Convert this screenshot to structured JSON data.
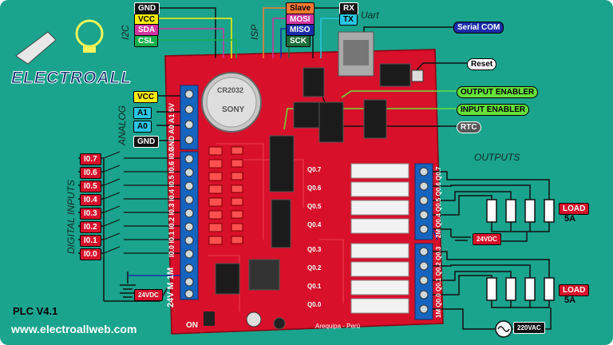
{
  "brand": {
    "name": "ELECTROALL",
    "website": "www.electroallweb.com",
    "model": "PLC V4.1",
    "location": "Arequipa - Perú"
  },
  "top_labels": {
    "gnd": "GND",
    "vcc": "VCC",
    "sda": "SDA",
    "csl": "CSL",
    "slave": "Slave",
    "mosi": "MOSI",
    "miso": "MISO",
    "sck": "SCK",
    "rx": "RX",
    "tx": "TX"
  },
  "section_labels": {
    "i2c": "I2C",
    "isp": "ISP",
    "uart": "Uart",
    "analog": "ANALOG",
    "digital_inputs": "DIGITAL INPUTS",
    "outputs": "OUTPUTS"
  },
  "right_labels": {
    "serial_com": "Serial COM",
    "reset": "Reset",
    "output_enabler": "OUTPUT ENABLER",
    "input_enabler": "INPUT ENABLER",
    "rtc": "RTC"
  },
  "analog_labels": [
    "VCC",
    "A1",
    "A0",
    "GND"
  ],
  "board_analog_header": "GND A0 A1 5V",
  "inputs": [
    "I0.7",
    "I0.6",
    "I0.5",
    "I0.4",
    "I0.3",
    "I0.2",
    "I0.1",
    "I0.0"
  ],
  "board_input_header": "I0.0 I0.1 I0.2 I0.3 I0.4 I0.5 I0.6 I0.7",
  "board_power_header": "24V M 1M",
  "outputs_upper": [
    "Q0.7",
    "Q0.6",
    "Q0.5",
    "Q0.4"
  ],
  "outputs_lower": [
    "Q0.3",
    "Q0.2",
    "Q0.1",
    "Q0.0"
  ],
  "board_output_header_upper": "2M Q0.4 Q0.5 Q0.6 Q0.7",
  "board_output_header_lower": "1M Q0.0 Q0.1 Q0.2 Q0.3",
  "load": {
    "label": "LOAD",
    "current": "5A"
  },
  "power": {
    "dc": "24VDC",
    "ac": "220VAC",
    "on": "ON"
  },
  "battery": {
    "model": "CR2032",
    "brand": "SONY"
  },
  "colors": {
    "background": "#1aa38d",
    "board": "#d8102a",
    "relay": "#f2f2f2",
    "terminal": "#1565c0"
  }
}
